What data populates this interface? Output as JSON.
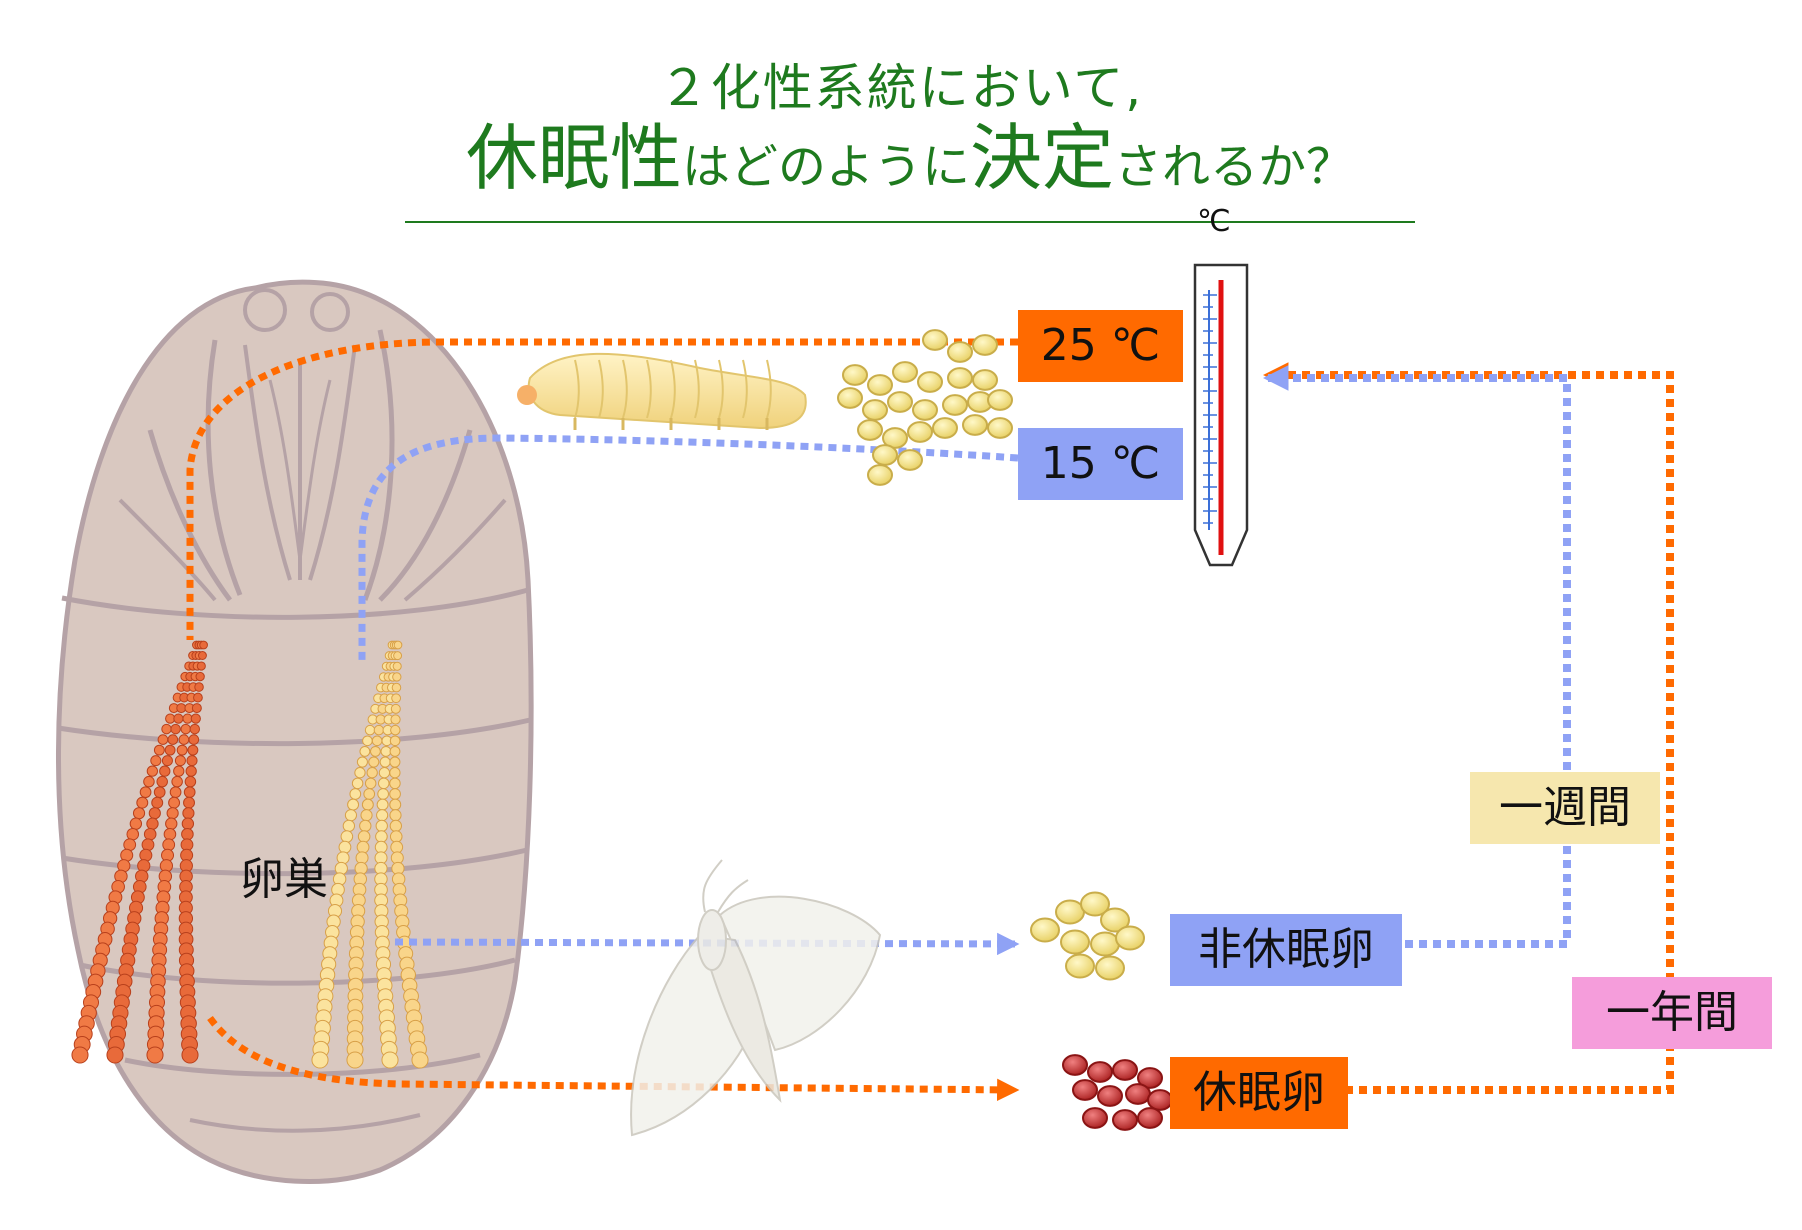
{
  "title": {
    "line1": "２化性系統において,",
    "line2_part1": "休眠性",
    "line2_part2": "はどのように",
    "line2_part3": "決定",
    "line2_part4": "されるか？"
  },
  "thermometer": {
    "unit": "℃"
  },
  "temps": {
    "high": "25 ℃",
    "low": "15 ℃"
  },
  "ovary_label": "卵巣",
  "eggs": {
    "non_diapause": "非休眠卵",
    "diapause": "休眠卵"
  },
  "durations": {
    "week": "一週間",
    "year": "一年間"
  },
  "colors": {
    "title_green": "#1e7a1e",
    "orange": "#ff6a00",
    "blue": "#8fa2f5",
    "week_bg": "#f6e7ae",
    "year_bg": "#f59ddb",
    "pupa": "#d9c8c0",
    "pupa_line": "#b5a2a6",
    "yellow_egg": "#f1e27e",
    "red_egg": "#c83232"
  }
}
